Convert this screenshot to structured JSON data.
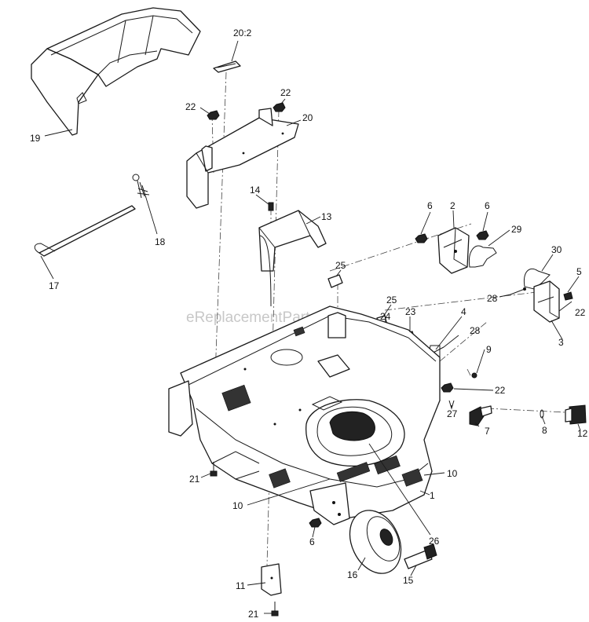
{
  "watermark": "eReplacementParts.com",
  "callouts": [
    {
      "id": "c-20-2",
      "text": "20:2"
    },
    {
      "id": "c-22a",
      "text": "22"
    },
    {
      "id": "c-22b",
      "text": "22"
    },
    {
      "id": "c-20",
      "text": "20"
    },
    {
      "id": "c-19",
      "text": "19"
    },
    {
      "id": "c-14",
      "text": "14"
    },
    {
      "id": "c-13",
      "text": "13"
    },
    {
      "id": "c-18",
      "text": "18"
    },
    {
      "id": "c-17",
      "text": "17"
    },
    {
      "id": "c-6a",
      "text": "6"
    },
    {
      "id": "c-2",
      "text": "2"
    },
    {
      "id": "c-6b",
      "text": "6"
    },
    {
      "id": "c-29",
      "text": "29"
    },
    {
      "id": "c-30",
      "text": "30"
    },
    {
      "id": "c-5",
      "text": "5"
    },
    {
      "id": "c-28a",
      "text": "28"
    },
    {
      "id": "c-22c",
      "text": "22"
    },
    {
      "id": "c-25a",
      "text": "25"
    },
    {
      "id": "c-25b",
      "text": "25"
    },
    {
      "id": "c-24",
      "text": "24"
    },
    {
      "id": "c-23",
      "text": "23"
    },
    {
      "id": "c-4",
      "text": "4"
    },
    {
      "id": "c-3",
      "text": "3"
    },
    {
      "id": "c-28b",
      "text": "28"
    },
    {
      "id": "c-9",
      "text": "9"
    },
    {
      "id": "c-22d",
      "text": "22"
    },
    {
      "id": "c-27",
      "text": "27"
    },
    {
      "id": "c-7",
      "text": "7"
    },
    {
      "id": "c-8",
      "text": "8"
    },
    {
      "id": "c-12",
      "text": "12"
    },
    {
      "id": "c-10a",
      "text": "10"
    },
    {
      "id": "c-1",
      "text": "1"
    },
    {
      "id": "c-21a",
      "text": "21"
    },
    {
      "id": "c-10b",
      "text": "10"
    },
    {
      "id": "c-26",
      "text": "26"
    },
    {
      "id": "c-6c",
      "text": "6"
    },
    {
      "id": "c-16",
      "text": "16"
    },
    {
      "id": "c-15",
      "text": "15"
    },
    {
      "id": "c-11",
      "text": "11"
    },
    {
      "id": "c-21b",
      "text": "21"
    }
  ]
}
